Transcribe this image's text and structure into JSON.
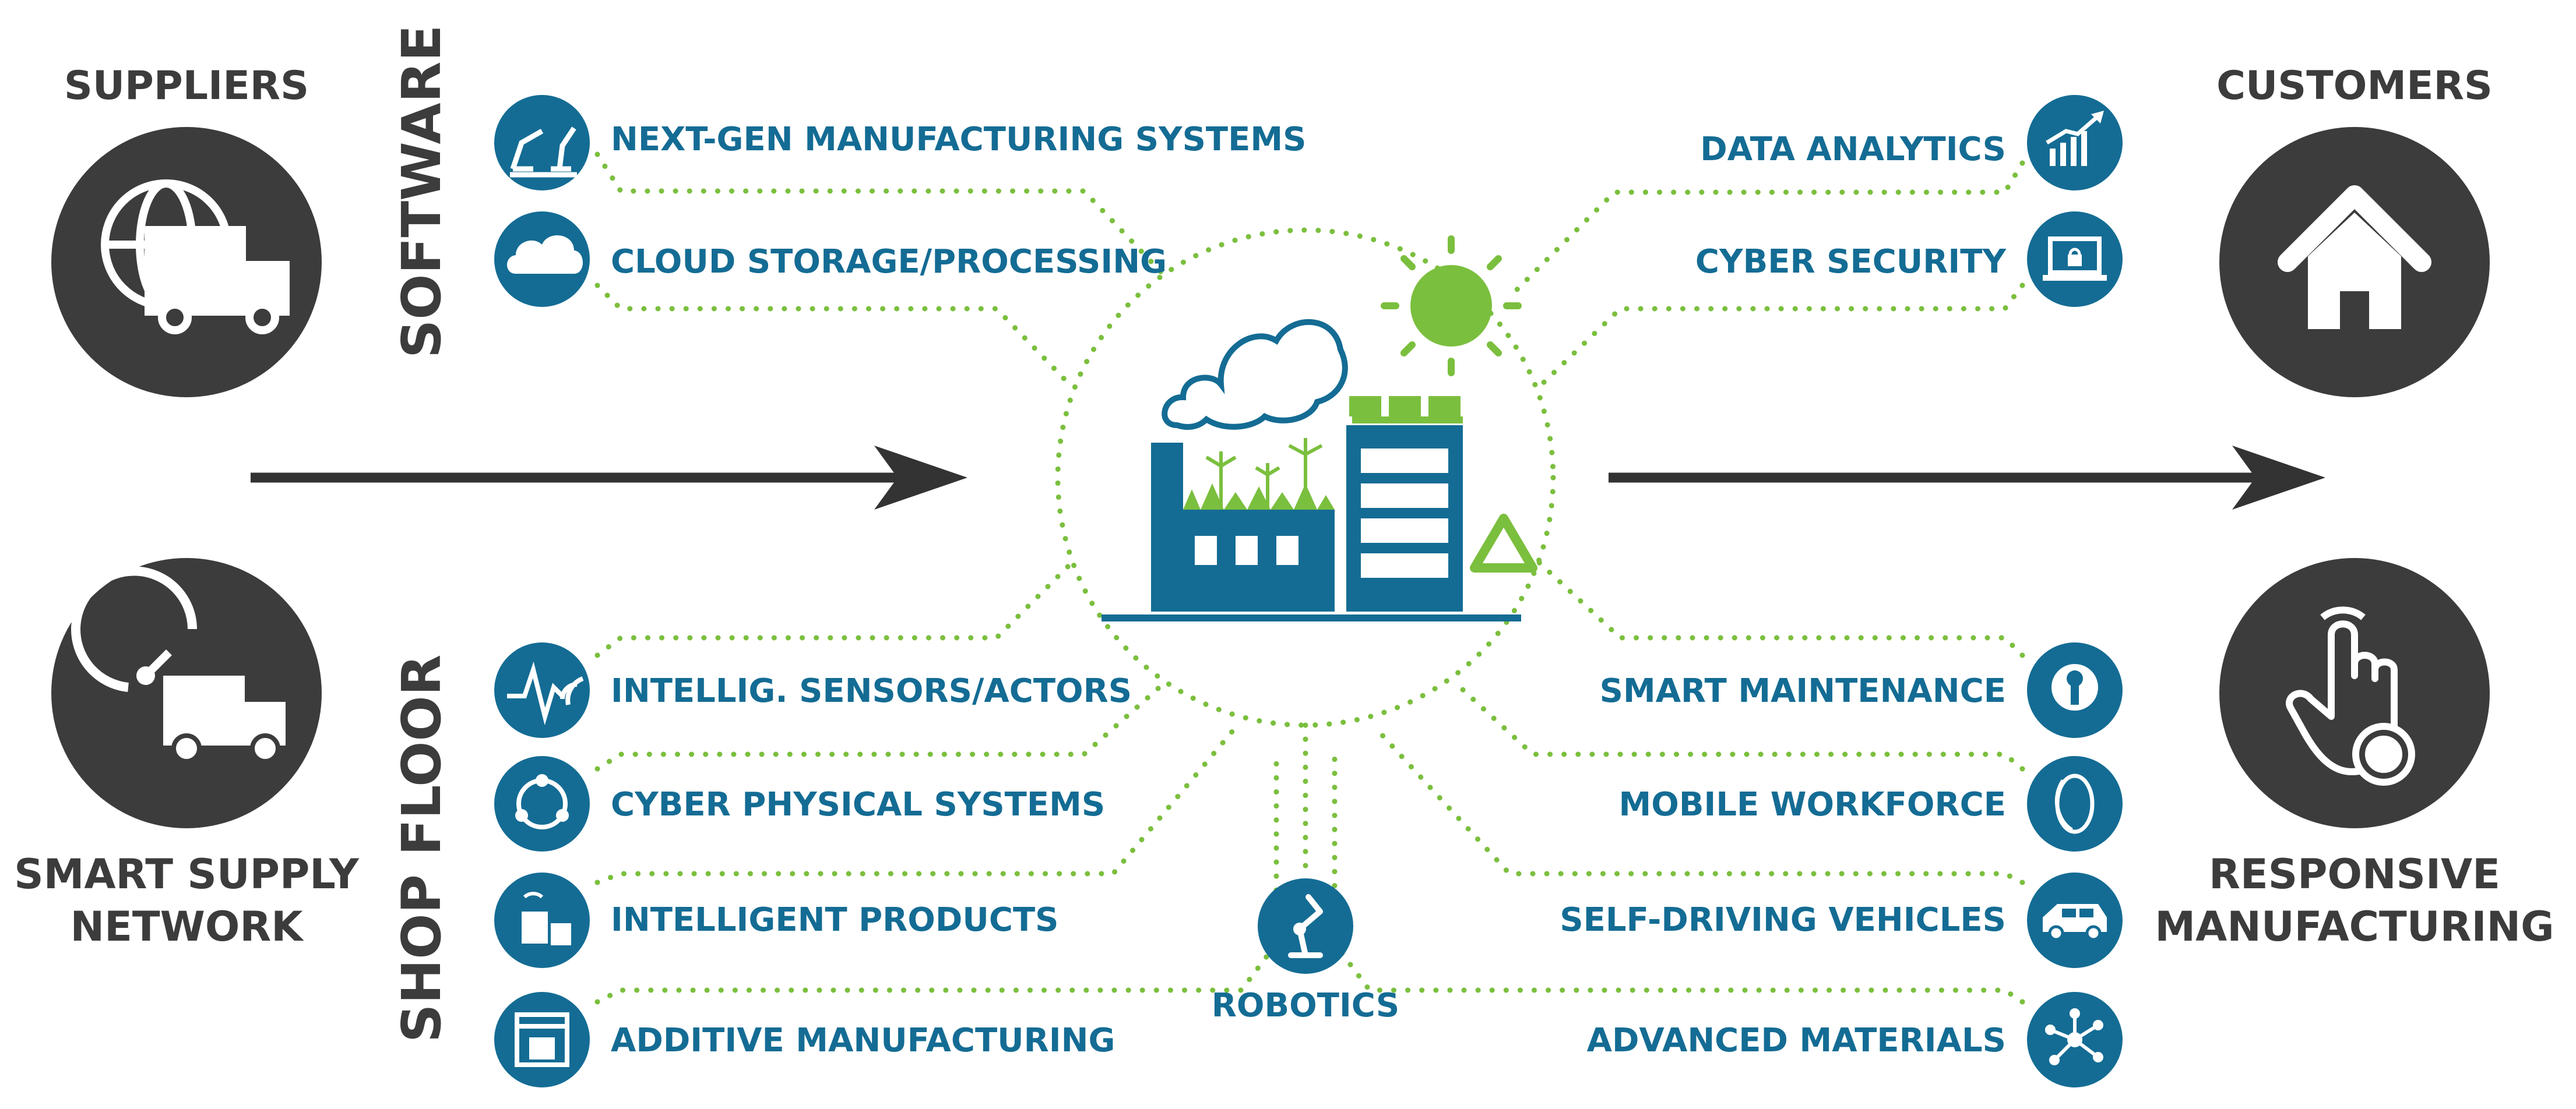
{
  "colors": {
    "blue": "#146c94",
    "green": "#7bbf3e",
    "dark": "#3c3c3c",
    "white": "#ffffff"
  },
  "actors": {
    "suppliers": "SUPPLIERS",
    "customers": "CUSTOMERS",
    "smart_supply_line1": "SMART SUPPLY",
    "smart_supply_line2": "NETWORK",
    "responsive_line1": "RESPONSIVE",
    "responsive_line2": "MANUFACTURING"
  },
  "section_titles": {
    "software": "SOFTWARE",
    "shop_floor": "SHOP FLOOR"
  },
  "left_items": [
    {
      "label": "NEXT-GEN MANUFACTURING SYSTEMS",
      "icon": "robot-arms-icon"
    },
    {
      "label": "CLOUD STORAGE/PROCESSING",
      "icon": "cloud-icon"
    },
    {
      "label": "INTELLIG. SENSORS/ACTORS",
      "icon": "sensor-pulse-icon"
    },
    {
      "label": "CYBER PHYSICAL SYSTEMS",
      "icon": "cycle-nodes-icon"
    },
    {
      "label": "INTELLIGENT PRODUCTS",
      "icon": "smart-bags-icon"
    },
    {
      "label": "ADDITIVE MANUFACTURING",
      "icon": "3d-printer-icon"
    }
  ],
  "right_items": [
    {
      "label": "DATA ANALYTICS",
      "icon": "chart-growth-icon"
    },
    {
      "label": "CYBER SECURITY",
      "icon": "laptop-lock-icon"
    },
    {
      "label": "SMART MAINTENANCE",
      "icon": "wrench-icon"
    },
    {
      "label": "MOBILE WORKFORCE",
      "icon": "smart-glasses-icon"
    },
    {
      "label": "SELF-DRIVING VEHICLES",
      "icon": "car-icon"
    },
    {
      "label": "ADVANCED MATERIALS",
      "icon": "molecule-icon"
    }
  ],
  "bottom_item": {
    "label": "ROBOTICS",
    "icon": "robot-arm-icon"
  }
}
